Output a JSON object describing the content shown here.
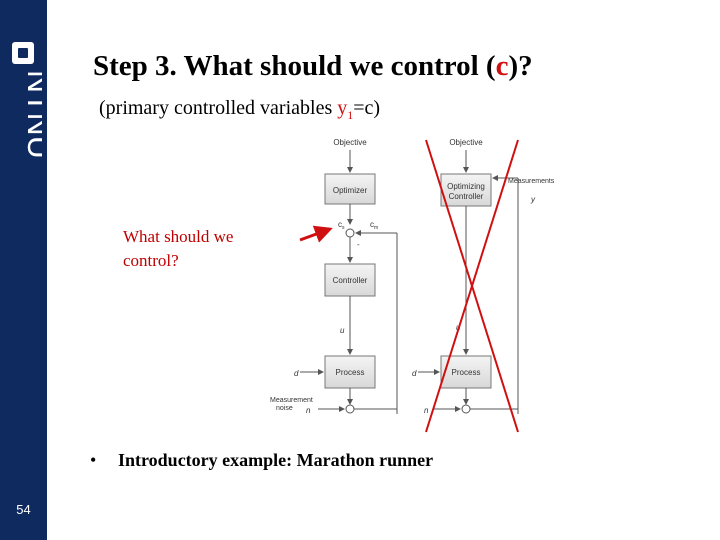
{
  "sidebar": {
    "logo_text": "NTNU",
    "page_number": "54"
  },
  "slide": {
    "title_main": "Step 3.  What should we control (",
    "title_var": "c",
    "title_end": ")?",
    "subtitle_start": "(primary controlled variables ",
    "subtitle_y": "y",
    "subtitle_sub": "1",
    "subtitle_eq": "=c",
    "subtitle_end": ")",
    "question_line1": "What should we",
    "question_line2": "control?",
    "bullet_text": "Introductory example: Marathon runner"
  },
  "diagram_left": {
    "objective": "Objective",
    "optimizer": "Optimizer",
    "cs": "c",
    "cs_sub": "s",
    "cm": "c",
    "cm_sub": "m",
    "minus": "-",
    "controller": "Controller",
    "u": "u",
    "d": "d",
    "process": "Process",
    "noise_line1": "Measurement",
    "noise_line2": "noise",
    "n": "n"
  },
  "diagram_right": {
    "objective": "Objective",
    "opt_ctrl_line1": "Optimizing",
    "opt_ctrl_line2": "Controller",
    "measurements": "Measurements",
    "y": "y",
    "u": "u",
    "d": "d",
    "process": "Process",
    "n": "n"
  },
  "colors": {
    "sidebar": "#0f2a5f",
    "accent_red": "#d01010",
    "question_red": "#c00000"
  }
}
